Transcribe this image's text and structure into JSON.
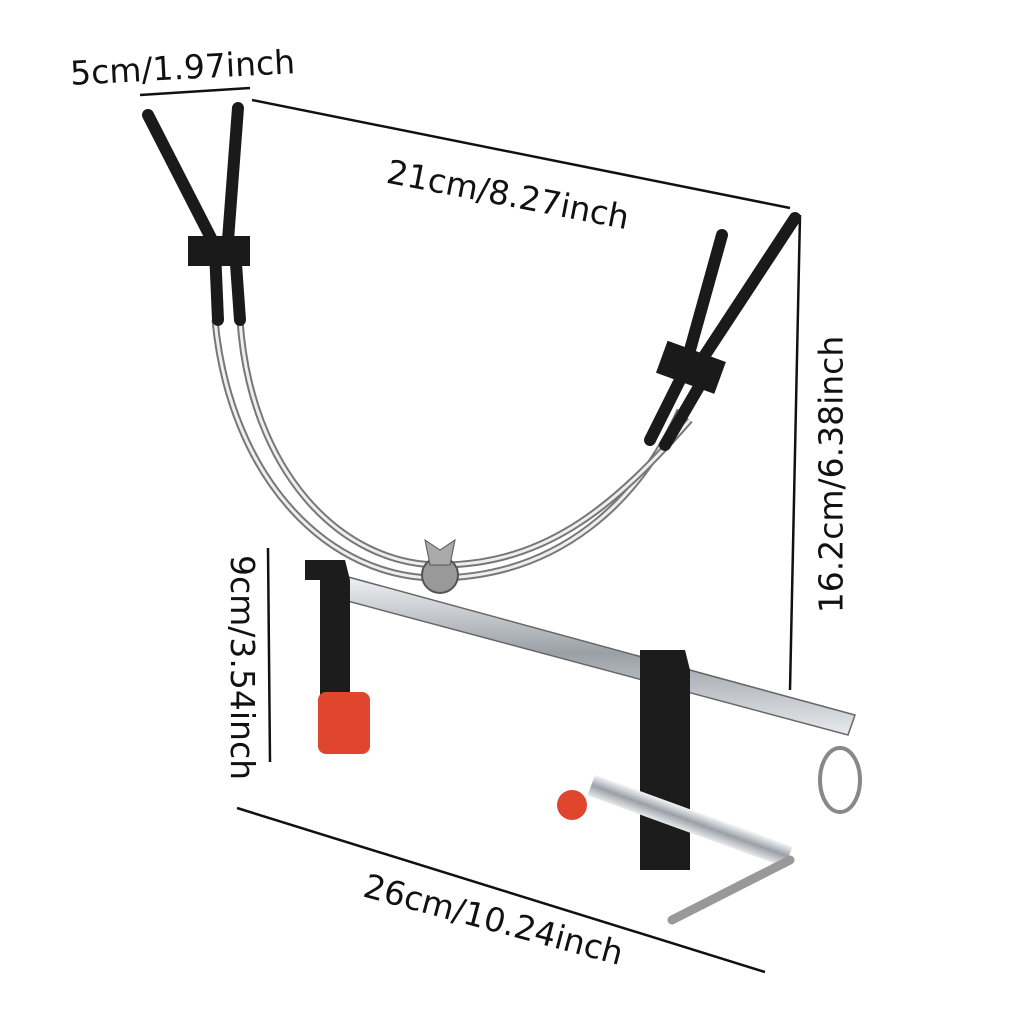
{
  "dimensions": {
    "tip_width": "5cm/1.97inch",
    "top_span": "21cm/8.27inch",
    "height": "16.2cm/6.38inch",
    "jaw_depth": "9cm/3.54inch",
    "bar_length": "26cm/10.24inch"
  },
  "colors": {
    "jaw": "#1c1c1c",
    "pad": "#e0462e",
    "metal": "#c8ccd0",
    "line": "#111111"
  }
}
